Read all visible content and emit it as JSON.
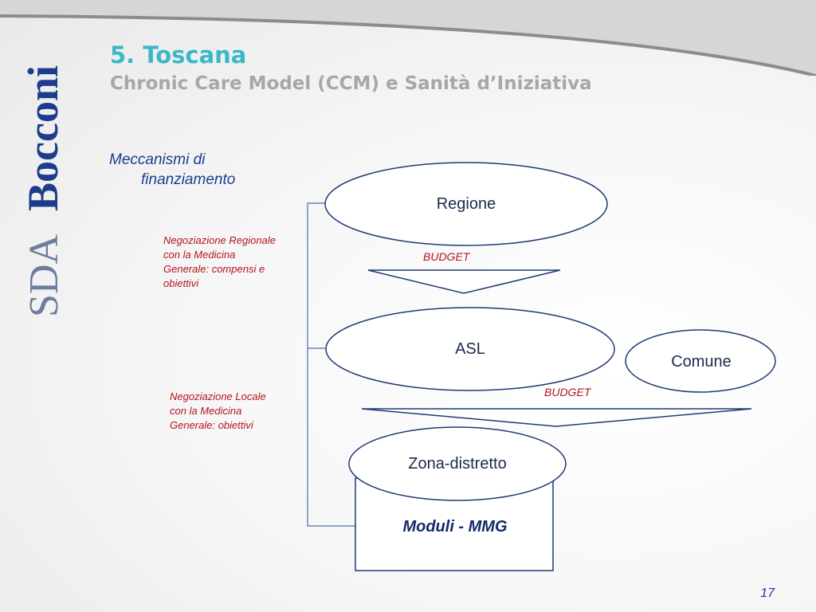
{
  "logo": {
    "text_sda": "SDA",
    "text_bocconi": "Bocconi"
  },
  "header": {
    "title": "5. Toscana",
    "subtitle": "Chronic Care Model (CCM) e Sanità d’Iniziativa"
  },
  "section_label": {
    "line1": "Meccanismi di",
    "line2": "finanziamento"
  },
  "nodes": {
    "regione": "Regione",
    "asl": "ASL",
    "comune": "Comune",
    "zona": "Zona-distretto",
    "moduli": "Moduli - MMG"
  },
  "negotiations": {
    "regional": [
      "Negoziazione Regionale",
      "con la Medicina",
      "Generale: compensi e",
      "obiettivi"
    ],
    "local": [
      "Negoziazione Locale",
      "con la Medicina",
      "Generale: obiettivi"
    ]
  },
  "budget_labels": {
    "first": "BUDGET",
    "second": "BUDGET"
  },
  "page_number": "17",
  "colors": {
    "title": "#3bb8c6",
    "subtitle": "#a7a7a7",
    "node_stroke": "#1f3a73",
    "connector": "#4f6fa8",
    "negotiation_text": "#b3141e",
    "logo_sda": "#6b7e9c",
    "logo_bocconi": "#1e3c8c"
  }
}
